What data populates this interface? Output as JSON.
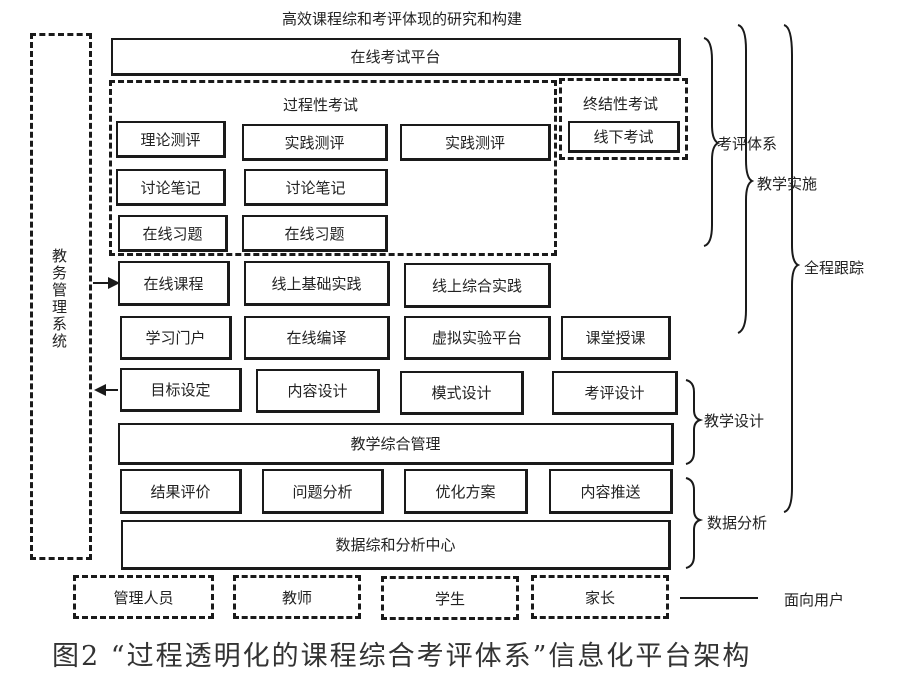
{
  "top_title": "高效课程综和考评体现的研究和构建",
  "online_exam_platform": "在线考试平台",
  "process_exam": {
    "title": "过程性考试",
    "row1": [
      "理论测评",
      "实践测评",
      "实践测评"
    ],
    "row2": [
      "讨论笔记",
      "讨论笔记"
    ],
    "row3": [
      "在线习题",
      "在线习题"
    ]
  },
  "final_exam": {
    "title": "终结性考试",
    "item": "线下考试"
  },
  "row_courses": [
    "在线课程",
    "线上基础实践",
    "线上综合实践"
  ],
  "row_portal": [
    "学习门户",
    "在线编译",
    "虚拟实验平台",
    "课堂授课"
  ],
  "row_design": [
    "目标设定",
    "内容设计",
    "模式设计",
    "考评设计"
  ],
  "teaching_mgmt": "教学综合管理",
  "row_analysis": [
    "结果评价",
    "问题分析",
    "优化方案",
    "内容推送"
  ],
  "data_center": "数据综和分析中心",
  "users": [
    "管理人员",
    "教师",
    "学生",
    "家长"
  ],
  "side_system": "教务管理系统",
  "brackets": {
    "exam_system": "考评体系",
    "teaching_impl": "教学实施",
    "full_tracking": "全程跟踪",
    "teaching_design": "教学设计",
    "data_analysis": "数据分析",
    "user_facing": "面向用户"
  },
  "caption": "图2 “过程透明化的课程综合考评体系”信息化平台架构"
}
